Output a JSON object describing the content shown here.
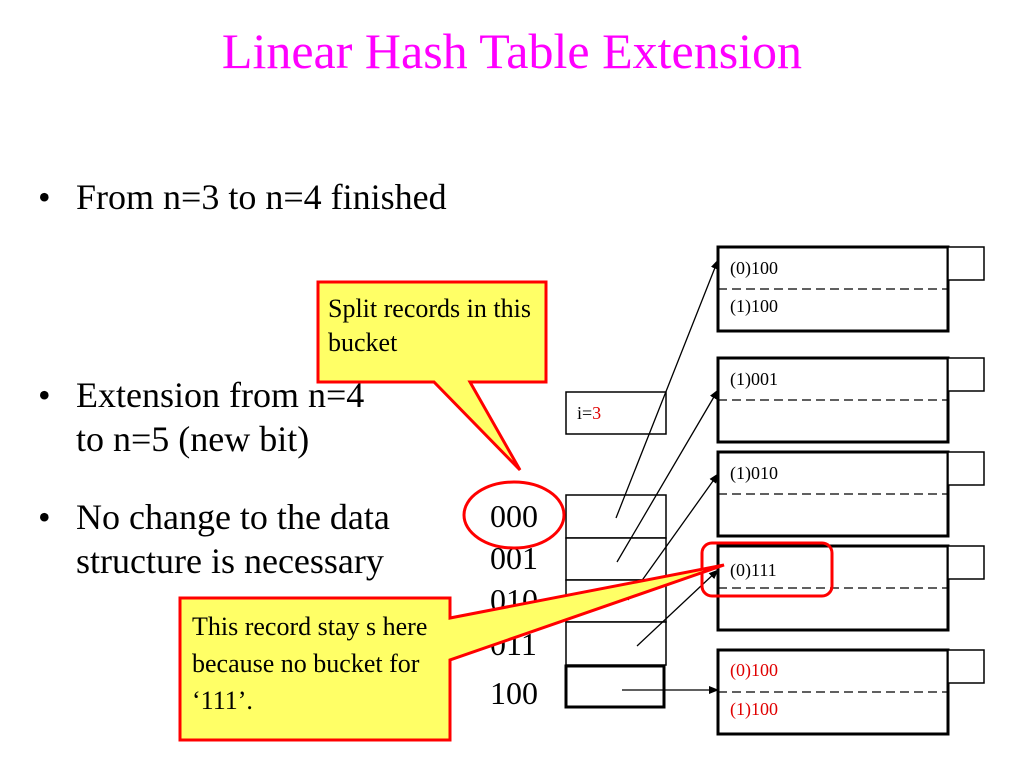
{
  "slide": {
    "title": "Linear Hash Table Extension",
    "bullet_marker": "•",
    "bullets": [
      {
        "lines": [
          "From n=3 to n=4 finished"
        ]
      },
      {
        "lines": [
          "Extension from n=4",
          "to n=5 (new bit)"
        ]
      },
      {
        "lines": [
          "No change to the data",
          "structure is necessary"
        ]
      }
    ]
  },
  "diagram": {
    "i_label": "i=",
    "i_value": "3",
    "bucket_indices": [
      "000",
      "001",
      "010",
      "011",
      "100"
    ],
    "buckets": [
      {
        "top": "(0)100",
        "bottom": "(1)100"
      },
      {
        "top": "(1)001",
        "bottom": ""
      },
      {
        "top": "(1)010",
        "bottom": ""
      },
      {
        "top": "(0)111",
        "bottom": ""
      },
      {
        "top": "(0)100",
        "bottom": "(1)100"
      }
    ],
    "callout_split": "Split records in this bucket",
    "callout_stay": "This record stay s here because no bucket for ‘111’.",
    "colors": {
      "title": "#ff00ff",
      "callout_fill": "#ffff66",
      "callout_border": "#ff0000",
      "highlight_text": "#e00000"
    }
  }
}
